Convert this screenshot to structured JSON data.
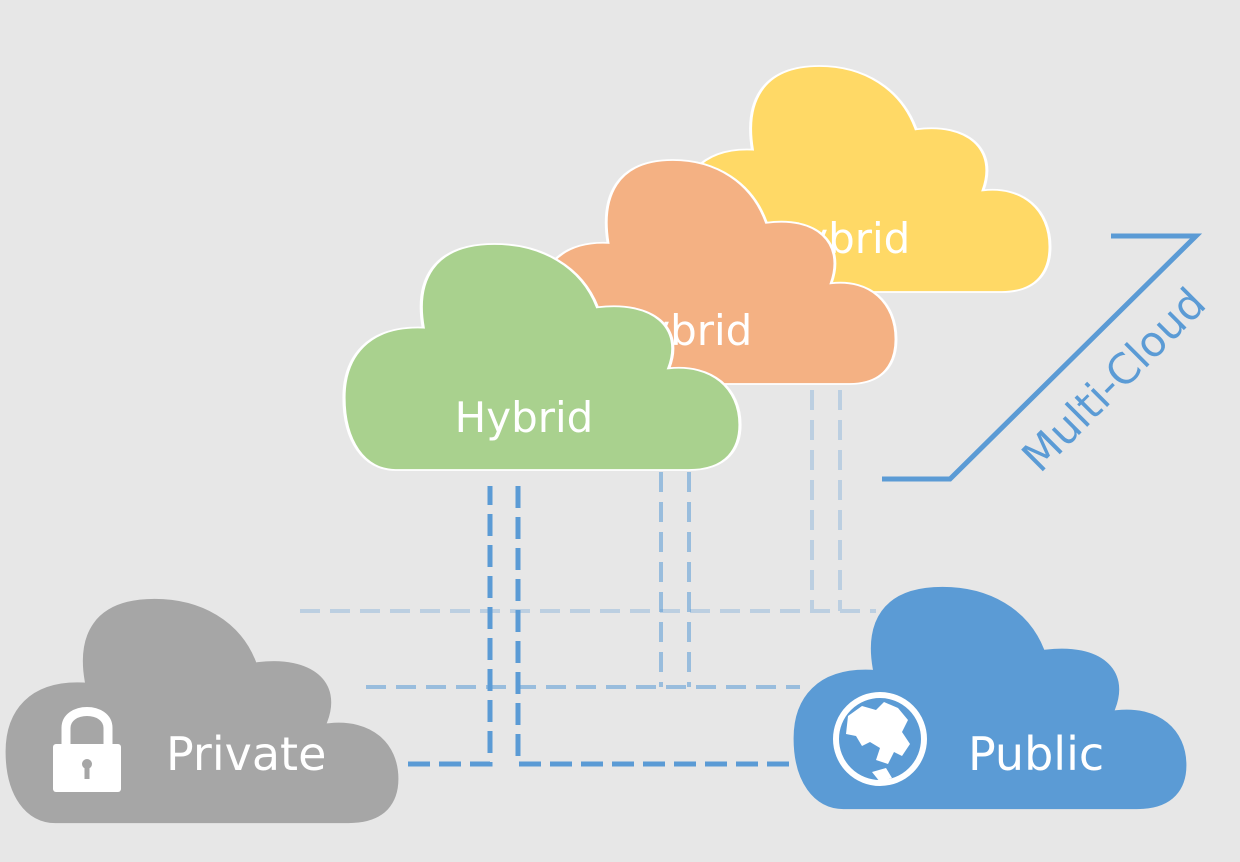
{
  "diagram": {
    "clouds": {
      "private": {
        "label": "Private",
        "color": "#a6a6a6",
        "icon": "lock-icon"
      },
      "public": {
        "label": "Public",
        "color": "#5b9bd5",
        "icon": "globe-icon"
      },
      "hybrid_green": {
        "label": "Hybrid",
        "color": "#a9d18e"
      },
      "hybrid_orange": {
        "label": "Hybrid",
        "color": "#f4b183"
      },
      "hybrid_yellow": {
        "label": "Hybrid",
        "color": "#ffd966"
      }
    },
    "bracket": {
      "label": "Multi-Cloud",
      "color": "#5b9bd5"
    },
    "connector_color": "#5b9bd5",
    "background": "#e7e7e7"
  }
}
